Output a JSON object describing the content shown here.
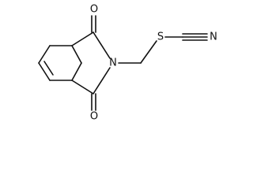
{
  "molecule": {
    "atoms": {
      "oxygen_top": "O",
      "oxygen_bottom": "O",
      "nitrogen": "N",
      "sulfur": "S",
      "nitrogen_nitrile": "N"
    }
  }
}
